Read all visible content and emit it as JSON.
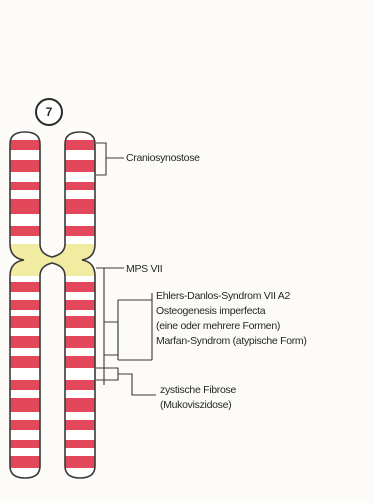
{
  "chromosome": {
    "number": "7",
    "colors": {
      "band": "#e2485a",
      "centromere": "#f2eca2",
      "outline": "#3a3a3a",
      "body": "#ffffff",
      "leader": "#3a3a3a"
    }
  },
  "annotations": {
    "craniosynostose": "Craniosynostose",
    "mps7": "MPS VII",
    "ehlers": "Ehlers-Danlos-Syndrom VII A2",
    "osteogenesis": "Osteogenesis imperfecta",
    "osteogenesis_note": "(eine oder mehrere Formen)",
    "marfan": "Marfan-Syndrom (atypische Form)",
    "cf": "zystische Fibrose",
    "cf_note": "(Mukoviszidose)"
  }
}
